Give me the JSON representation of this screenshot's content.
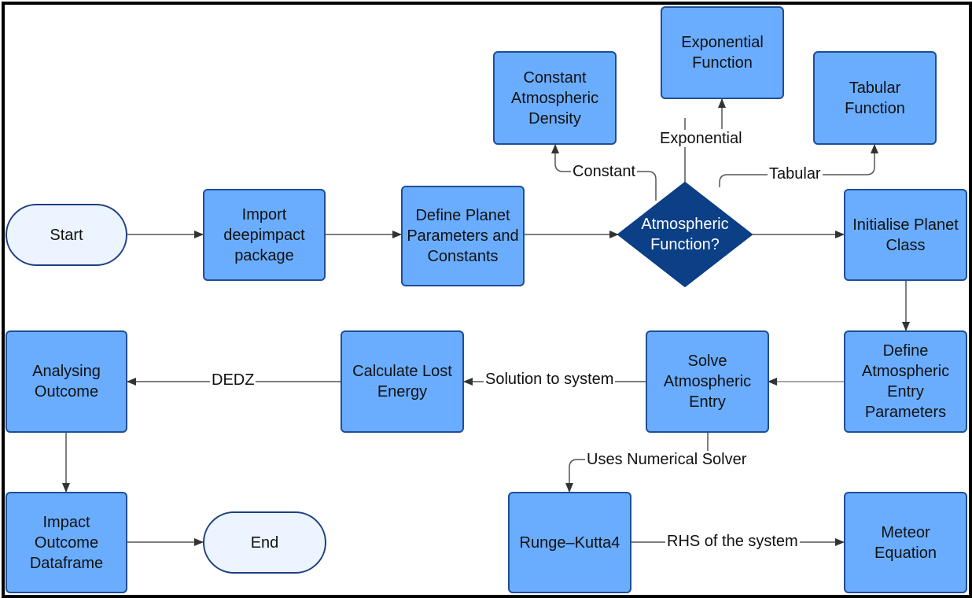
{
  "nodes": {
    "start": "Start",
    "import_pkg": "Import deepimpact package",
    "define_planet": "Define Planet Parameters and Constants",
    "atmos_fn": "Atmospheric Function?",
    "constant_density": "Constant Atmospheric Density",
    "exponential_fn": "Exponential Function",
    "tabular_fn": "Tabular Function",
    "init_planet": "Initialise Planet Class",
    "define_entry": "Define Atmospheric Entry Parameters",
    "solve_entry": "Solve Atmospheric Entry",
    "lost_energy": "Calculate Lost Energy",
    "analysing": "Analysing Outcome",
    "impact_df": "Impact Outcome Dataframe",
    "end": "End",
    "rk4": "Runge–Kutta4",
    "meteor_eq": "Meteor Equation"
  },
  "edges": {
    "constant": "Constant",
    "exponential": "Exponential",
    "tabular": "Tabular",
    "solution": "Solution to system",
    "dedz": "DEDZ",
    "numerical_solver": "Uses Numerical Solver",
    "rhs": "RHS of the system"
  },
  "colors": {
    "box_fill": "#6aadff",
    "box_border": "#1f4e94",
    "terminal_fill": "#ebf4ff",
    "decision_fill": "#0b3f86",
    "connector": "#4a4a4a"
  }
}
